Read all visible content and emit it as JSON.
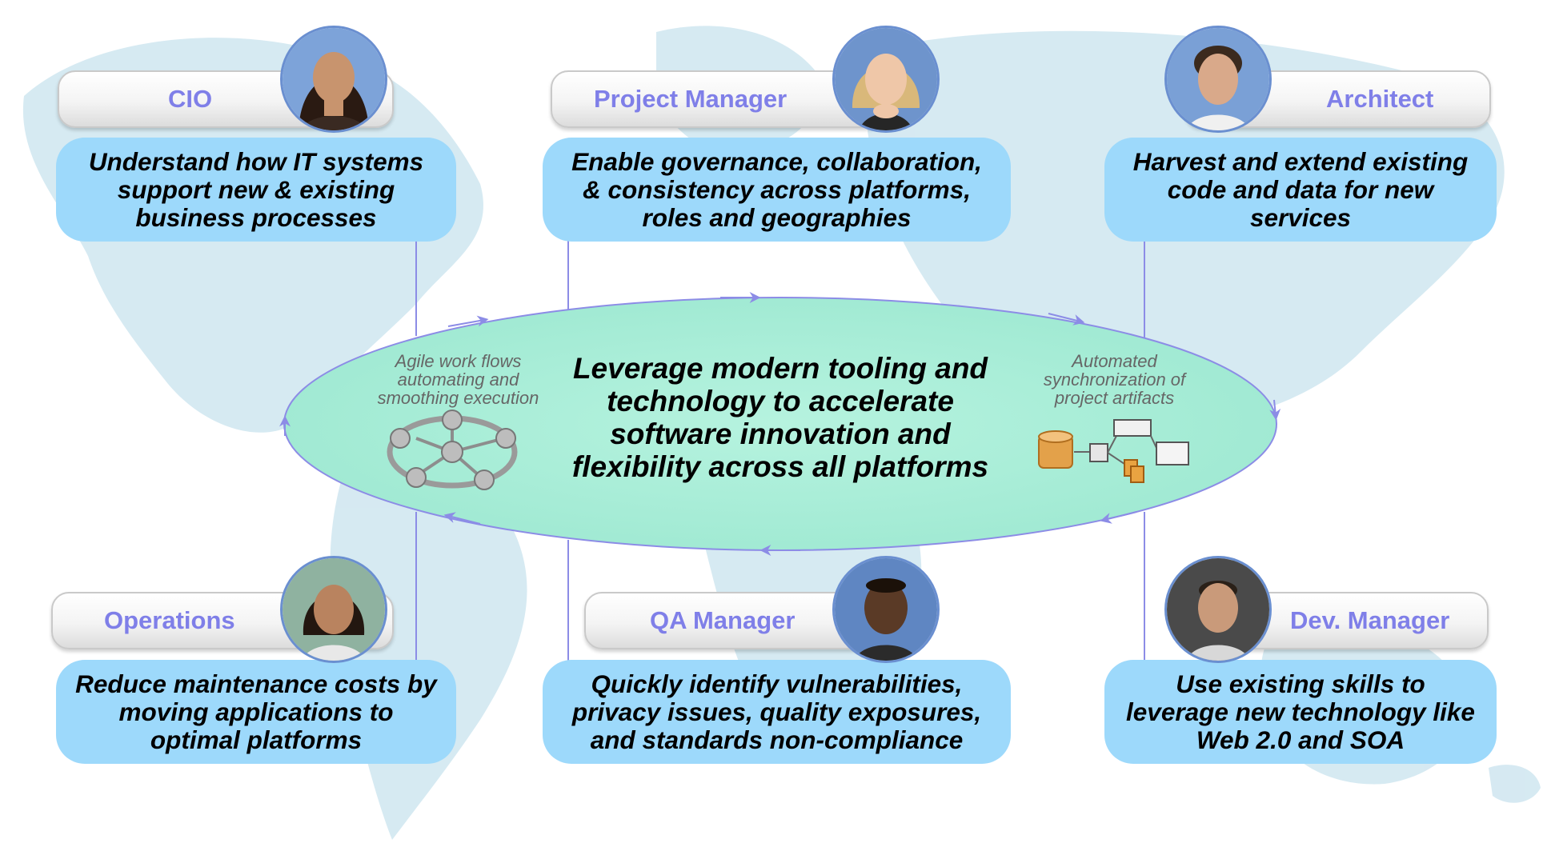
{
  "colors": {
    "role_label": "#7f7fe8",
    "goal_box": "#9dd9fb",
    "center_ellipse": "#a8efd8",
    "connector": "#8c8ce6",
    "map_land": "#cfe6f0"
  },
  "center": {
    "headline": "Leverage modern tooling and technology to accelerate software innovation and flexibility across all platforms",
    "left_note": "Agile work flows automating and smoothing execution",
    "right_note": "Automated synchronization of project artifacts",
    "left_icon": "network-hub-icon",
    "right_icon": "artifact-flow-icon"
  },
  "roles": [
    {
      "label": "CIO",
      "goal": "Understand how IT systems support new & existing business processes",
      "avatar": "woman-portrait-icon"
    },
    {
      "label": "Project Manager",
      "goal": "Enable governance, collaboration, & consistency across platforms, roles and geographies",
      "avatar": "woman-portrait-icon"
    },
    {
      "label": "Architect",
      "goal": "Harvest and extend existing code and data for new services",
      "avatar": "man-portrait-icon"
    },
    {
      "label": "Operations",
      "goal": "Reduce maintenance costs by moving applications to optimal platforms",
      "avatar": "woman-portrait-icon"
    },
    {
      "label": "QA Manager",
      "goal": "Quickly identify vulnerabilities, privacy issues, quality exposures, and standards non-compliance",
      "avatar": "man-portrait-icon"
    },
    {
      "label": "Dev. Manager",
      "goal": "Use existing skills to leverage new technology like Web 2.0 and SOA",
      "avatar": "man-portrait-icon"
    }
  ]
}
